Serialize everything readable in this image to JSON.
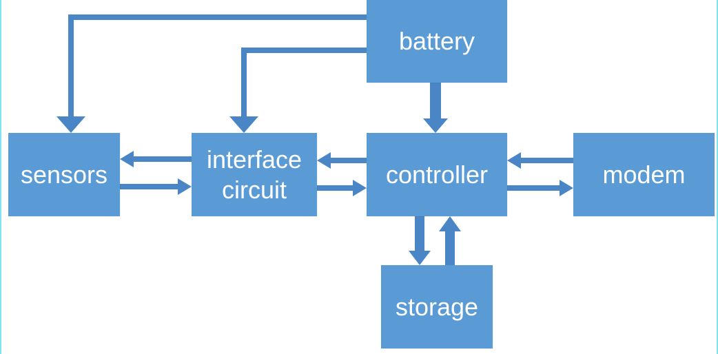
{
  "diagram": {
    "colors": {
      "box_fill": "#5b9bd5",
      "arrow": "#4a86c5",
      "text": "#ffffff"
    },
    "nodes": {
      "battery": "battery",
      "sensors": "sensors",
      "interface": "interface\ncircuit",
      "controller": "controller",
      "modem": "modem",
      "storage": "storage"
    },
    "edges": [
      {
        "from": "battery",
        "to": "sensors"
      },
      {
        "from": "battery",
        "to": "interface"
      },
      {
        "from": "battery",
        "to": "controller"
      },
      {
        "from": "interface",
        "to": "sensors"
      },
      {
        "from": "sensors",
        "to": "interface"
      },
      {
        "from": "controller",
        "to": "interface"
      },
      {
        "from": "interface",
        "to": "controller"
      },
      {
        "from": "modem",
        "to": "controller"
      },
      {
        "from": "controller",
        "to": "modem"
      },
      {
        "from": "controller",
        "to": "storage"
      },
      {
        "from": "storage",
        "to": "controller"
      }
    ]
  }
}
